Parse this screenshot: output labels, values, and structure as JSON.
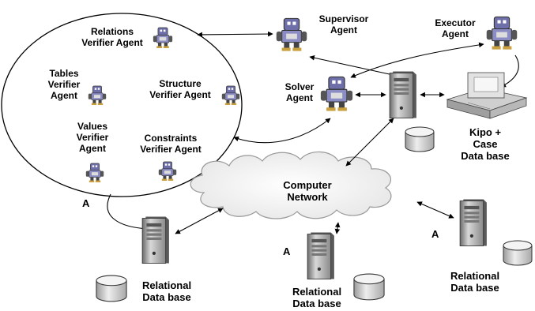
{
  "agents": {
    "relations": "Relations\nVerifier Agent",
    "tables": "Tables\nVerifier\nAgent",
    "structure": "Structure\nVerifier Agent",
    "values": "Values\nVerifier\nAgent",
    "constraints": "Constraints\nVerifier Agent",
    "supervisor": "Supervisor\nAgent",
    "executor": "Executor\nAgent",
    "solver": "Solver\nAgent"
  },
  "kipo_db": "Kipo +\nCase\nData base",
  "network": "Computer\nNetwork",
  "relational_db": [
    "Relational\nData base",
    "Relational\nData base",
    "Relational\nData base"
  ],
  "markers": [
    "A",
    "A",
    "A"
  ],
  "icon_names": [
    "robot-agent-icon",
    "server-tower-icon",
    "database-cylinder-icon",
    "printer-terminal-icon",
    "cloud-icon"
  ]
}
